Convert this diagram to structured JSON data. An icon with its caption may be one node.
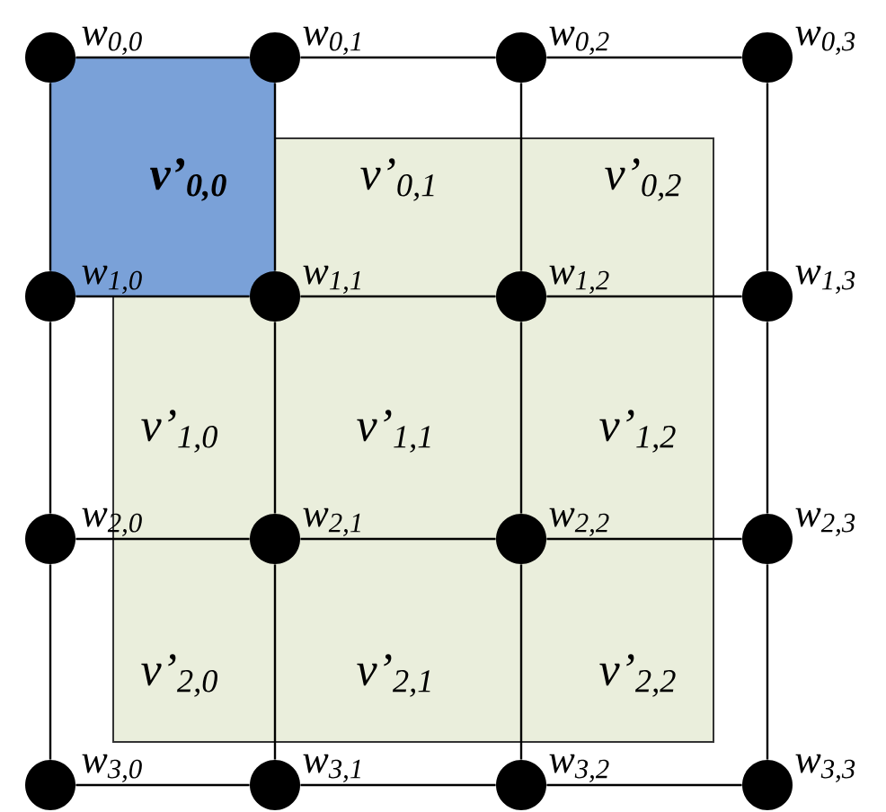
{
  "diagram": {
    "nodes": [
      {
        "text": [],
        "shape": "circle",
        "beside": [
          "w$_{0,0}$"
        ]
      },
      {
        "text": [],
        "shape": "circle",
        "beside": [
          "w$_{0,1}$"
        ]
      },
      {
        "text": [],
        "shape": "circle",
        "beside": [
          "w$_{0,2}$"
        ]
      },
      {
        "text": [],
        "shape": "circle",
        "beside": [
          "w$_{0,3}$"
        ]
      },
      {
        "text": [],
        "shape": "circle",
        "beside": [
          "w$_{1,0}$"
        ]
      },
      {
        "text": [],
        "shape": "circle",
        "beside": [
          "w$_{1,1}$"
        ]
      },
      {
        "text": [],
        "shape": "circle",
        "beside": [
          "w$_{1,2}$"
        ]
      },
      {
        "text": [],
        "shape": "circle",
        "beside": [
          "w$_{1,3}$"
        ]
      },
      {
        "text": [],
        "shape": "circle",
        "beside": [
          "w$_{2,0}$"
        ]
      },
      {
        "text": [],
        "shape": "circle",
        "beside": [
          "w$_{2,1}$"
        ]
      },
      {
        "text": [],
        "shape": "circle",
        "beside": [
          "w$_{2,2}$"
        ]
      },
      {
        "text": [],
        "shape": "circle",
        "beside": [
          "w$_{2,3}$"
        ]
      },
      {
        "text": [],
        "shape": "circle",
        "beside": [
          "w$_{3,0}$"
        ]
      },
      {
        "text": [],
        "shape": "circle",
        "beside": [
          "w$_{3,1}$"
        ]
      },
      {
        "text": [],
        "shape": "circle",
        "beside": [
          "w$_{3,2}$"
        ]
      },
      {
        "text": [],
        "shape": "circle",
        "beside": [
          "w$_{3,3}$"
        ]
      },
      {
        "text": [
          "v’$_{0,0}$"
        ]
      },
      {
        "text": [
          "v’$_{0,1}$"
        ]
      },
      {
        "text": [
          "v’$_{0,2}$"
        ]
      },
      {
        "text": [
          "v’$_{1,0}$"
        ]
      },
      {
        "text": [
          "v’$_{1,1}$"
        ]
      },
      {
        "text": [
          "v’$_{1,2}$"
        ]
      },
      {
        "text": [
          "v’$_{2,0}$"
        ]
      },
      {
        "text": [
          "v’$_{2,1}$"
        ]
      },
      {
        "text": [
          "v’$_{2,2}$"
        ]
      }
    ],
    "edges": [
      {
        "from": 0,
        "to": 1,
        "arrow": "none"
      },
      {
        "from": 1,
        "to": 2,
        "arrow": "none"
      },
      {
        "from": 2,
        "to": 3,
        "arrow": "none"
      },
      {
        "from": 4,
        "to": 5,
        "arrow": "none"
      },
      {
        "from": 5,
        "to": 6,
        "arrow": "none"
      },
      {
        "from": 6,
        "to": 7,
        "arrow": "none"
      },
      {
        "from": 8,
        "to": 9,
        "arrow": "none"
      },
      {
        "from": 9,
        "to": 10,
        "arrow": "none"
      },
      {
        "from": 10,
        "to": 11,
        "arrow": "none"
      },
      {
        "from": 12,
        "to": 13,
        "arrow": "none"
      },
      {
        "from": 13,
        "to": 14,
        "arrow": "none"
      },
      {
        "from": 14,
        "to": 15,
        "arrow": "none"
      },
      {
        "from": 0,
        "to": 4,
        "arrow": "none"
      },
      {
        "from": 4,
        "to": 8,
        "arrow": "none"
      },
      {
        "from": 8,
        "to": 12,
        "arrow": "none"
      },
      {
        "from": 1,
        "to": 5,
        "arrow": "none"
      },
      {
        "from": 5,
        "to": 9,
        "arrow": "none"
      },
      {
        "from": 9,
        "to": 13,
        "arrow": "none"
      },
      {
        "from": 2,
        "to": 6,
        "arrow": "none"
      },
      {
        "from": 6,
        "to": 10,
        "arrow": "none"
      },
      {
        "from": 10,
        "to": 14,
        "arrow": "none"
      },
      {
        "from": 3,
        "to": 7,
        "arrow": "none"
      },
      {
        "from": 7,
        "to": 11,
        "arrow": "none"
      },
      {
        "from": 11,
        "to": 15,
        "arrow": "none"
      }
    ]
  }
}
